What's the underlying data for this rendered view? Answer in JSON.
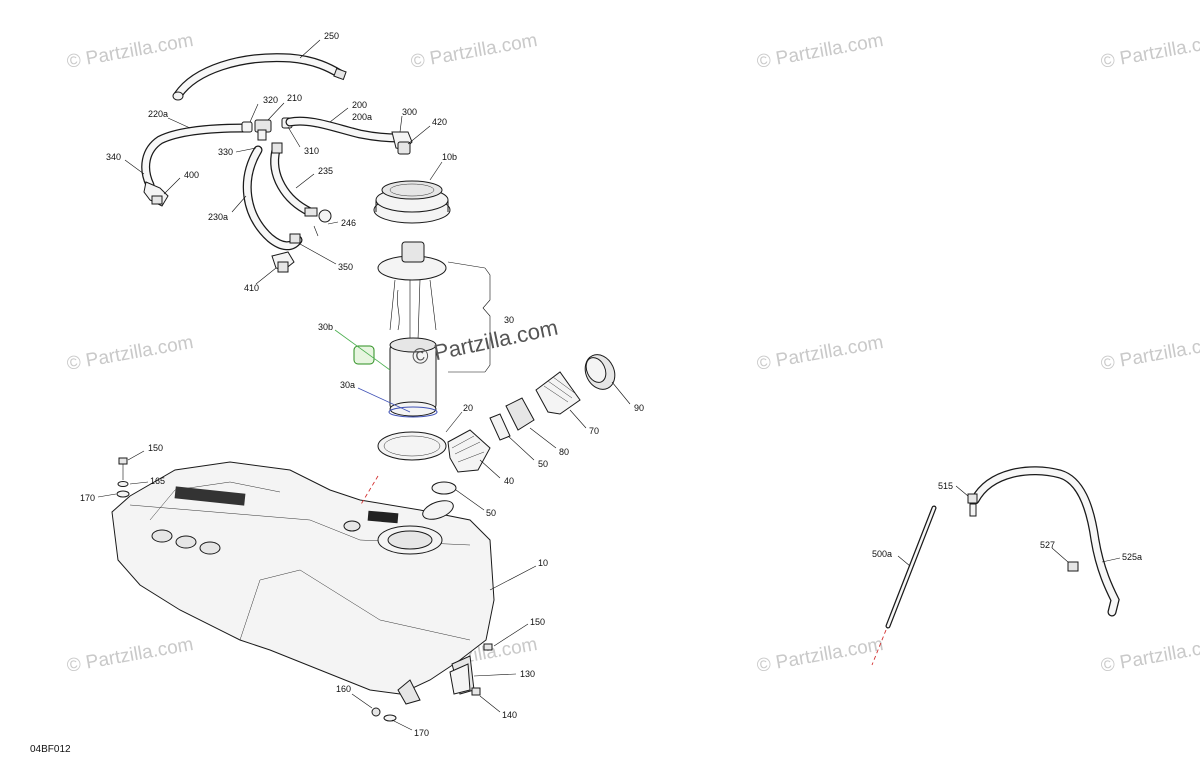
{
  "diagram_code": "04BF012",
  "watermark": "© Partzilla.com",
  "labels": {
    "p250": "250",
    "p220a": "220a",
    "p320": "320",
    "p210": "210",
    "p200": "200",
    "p200a": "200a",
    "p300": "300",
    "p420": "420",
    "p10b": "10b",
    "p340": "340",
    "p330": "330",
    "p310": "310",
    "p400": "400",
    "p235": "235",
    "p230a": "230a",
    "p246": "246",
    "p350": "350",
    "p410": "410",
    "p30": "30",
    "p30b": "30b",
    "p30a": "30a",
    "p20": "20",
    "p90": "90",
    "p70": "70",
    "p80": "80",
    "p50a": "50",
    "p40": "40",
    "p50b": "50",
    "p150a": "150",
    "p165": "165",
    "p170a": "170",
    "p10": "10",
    "p150b": "150",
    "p130": "130",
    "p160": "160",
    "p140": "140",
    "p170b": "170",
    "p515": "515",
    "p500a": "500a",
    "p527": "527",
    "p525a": "525a"
  }
}
